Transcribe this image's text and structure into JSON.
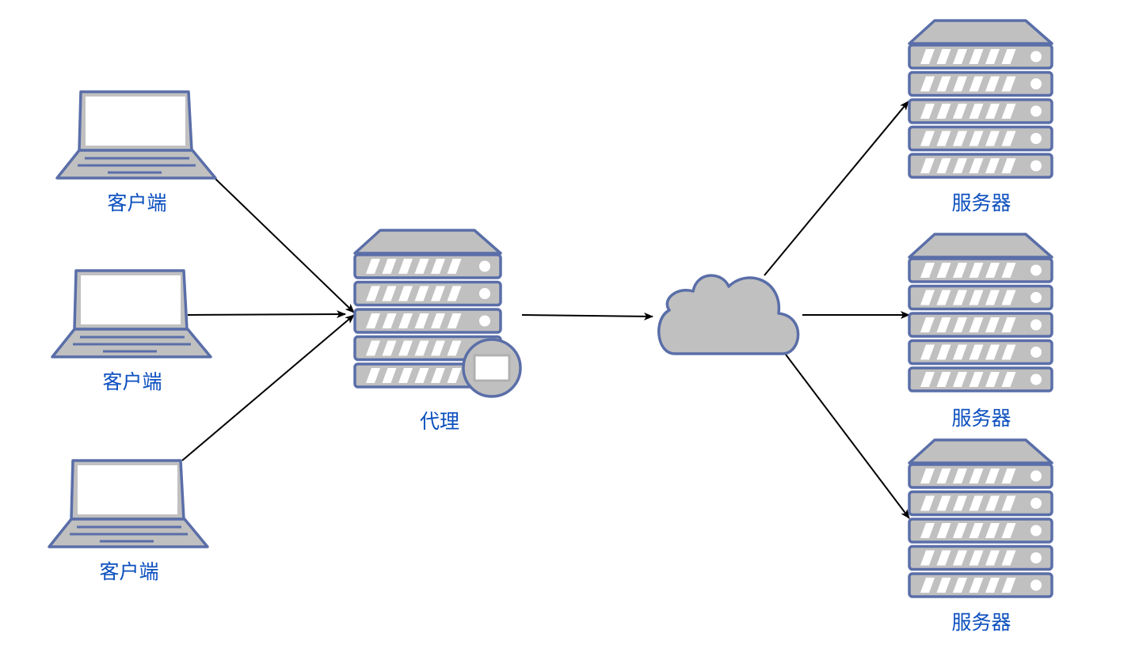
{
  "colors": {
    "stroke": "#5a6ea8",
    "fill": "#c0c0c0",
    "label": "#0b4fbf",
    "arrow": "#000000"
  },
  "clients": [
    {
      "label": "客户端"
    },
    {
      "label": "客户端"
    },
    {
      "label": "客户端"
    }
  ],
  "proxy": {
    "label": "代理"
  },
  "cloud": {
    "icon": "cloud-icon"
  },
  "servers": [
    {
      "label": "服务器"
    },
    {
      "label": "服务器"
    },
    {
      "label": "服务器"
    }
  ]
}
